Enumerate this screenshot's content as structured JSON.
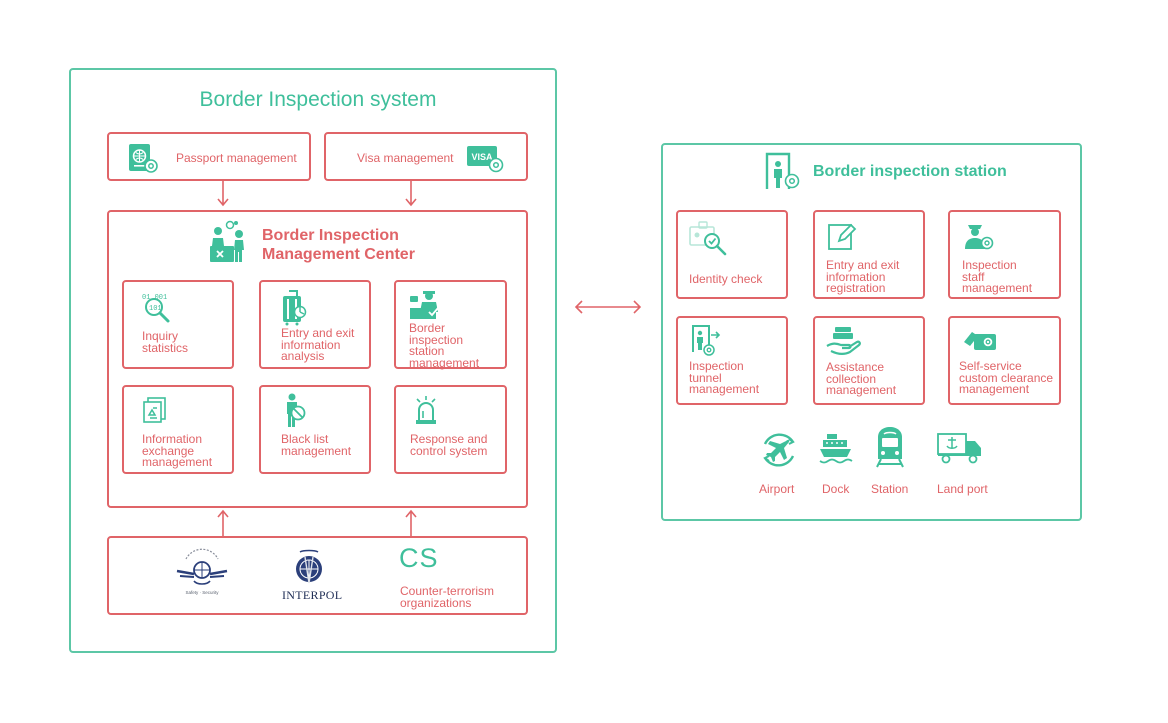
{
  "system": {
    "title": "Border Inspection system",
    "passport_label": "Passport management",
    "visa_label": "Visa management",
    "visa_badge": "VISA"
  },
  "center": {
    "title_line1": "Border Inspection",
    "title_line2": "Management Center",
    "modules": [
      {
        "icon": "binary-magnifier-icon",
        "line1": "Inquiry",
        "line2": "statistics",
        "line3": "",
        "line4": ""
      },
      {
        "icon": "luggage-icon",
        "line1": "Entry and exit",
        "line2": "information",
        "line3": "analysis",
        "line4": ""
      },
      {
        "icon": "officer-desk-icon",
        "line1": "Border",
        "line2": "inspection",
        "line3": "station",
        "line4": "management"
      },
      {
        "icon": "recycle-document-icon",
        "line1": "Information",
        "line2": "exchange",
        "line3": "management",
        "line4": ""
      },
      {
        "icon": "blocked-person-icon",
        "line1": "Black list",
        "line2": "management",
        "line3": "",
        "line4": ""
      },
      {
        "icon": "alarm-light-icon",
        "line1": "Response and",
        "line2": "control system",
        "line3": "",
        "line4": ""
      }
    ]
  },
  "sources": {
    "icao_caption": "Safety · Security",
    "interpol_label": "INTERPOL",
    "cs_mark": "CS",
    "cs_line1": "Counter-terrorism",
    "cs_line2": "organizations"
  },
  "station": {
    "title": "Border inspection station",
    "modules": [
      {
        "icon": "id-check-icon",
        "line1": "Identity check",
        "line2": "",
        "line3": ""
      },
      {
        "icon": "edit-document-icon",
        "line1": "Entry and exit",
        "line2": "information",
        "line3": "registration"
      },
      {
        "icon": "staff-gear-icon",
        "line1": "Inspection",
        "line2": "staff",
        "line3": "management"
      },
      {
        "icon": "tunnel-gate-icon",
        "line1": "Inspection",
        "line2": "tunnel",
        "line3": "management"
      },
      {
        "icon": "hand-collection-icon",
        "line1": "Assistance",
        "line2": "collection",
        "line3": "management"
      },
      {
        "icon": "self-service-icon",
        "line1": "Self-service",
        "line2": "custom clearance",
        "line3": "management"
      }
    ],
    "ports": [
      {
        "icon": "airplane-icon",
        "label": "Airport"
      },
      {
        "icon": "ship-icon",
        "label": "Dock"
      },
      {
        "icon": "train-icon",
        "label": "Station"
      },
      {
        "icon": "truck-icon",
        "label": "Land port"
      }
    ]
  },
  "colors": {
    "teal": "#3fbf9b",
    "teal_border": "#5cc7a6",
    "red": "#e06468",
    "navy": "#2b3f7a"
  }
}
